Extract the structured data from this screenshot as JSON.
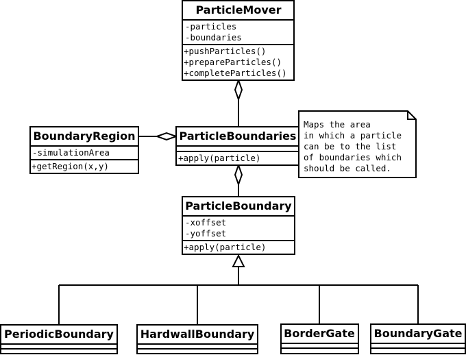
{
  "classes": {
    "particle_mover": {
      "name": "ParticleMover",
      "attributes": [
        "-particles",
        "-boundaries"
      ],
      "operations": [
        "+pushParticles()",
        "+prepareParticles()",
        "+completeParticles()"
      ]
    },
    "boundary_region": {
      "name": "BoundaryRegion",
      "attributes": [
        "-simulationArea"
      ],
      "operations": [
        "+getRegion(x,y)"
      ]
    },
    "particle_boundaries": {
      "name": "ParticleBoundaries",
      "attributes": [],
      "operations": [
        "+apply(particle)"
      ]
    },
    "particle_boundary": {
      "name": "ParticleBoundary",
      "attributes": [
        "-xoffset",
        "-yoffset"
      ],
      "operations": [
        "+apply(particle)"
      ]
    },
    "periodic_boundary": {
      "name": "PeriodicBoundary",
      "attributes": [],
      "operations": []
    },
    "hardwall_boundary": {
      "name": "HardwallBoundary",
      "attributes": [],
      "operations": []
    },
    "border_gate": {
      "name": "BorderGate",
      "attributes": [],
      "operations": []
    },
    "boundary_gate": {
      "name": "BoundaryGate",
      "attributes": [],
      "operations": []
    }
  },
  "note": {
    "lines": [
      "Maps the area",
      "in which a particle",
      "can be to the list",
      "of boundaries which",
      "should be called."
    ]
  },
  "relations": [
    {
      "type": "aggregation",
      "whole": "ParticleMover",
      "part": "ParticleBoundaries"
    },
    {
      "type": "aggregation",
      "whole": "ParticleBoundaries",
      "part": "BoundaryRegion"
    },
    {
      "type": "aggregation",
      "whole": "ParticleBoundaries",
      "part": "ParticleBoundary"
    },
    {
      "type": "generalization",
      "parent": "ParticleBoundary",
      "child": "PeriodicBoundary"
    },
    {
      "type": "generalization",
      "parent": "ParticleBoundary",
      "child": "HardwallBoundary"
    },
    {
      "type": "generalization",
      "parent": "ParticleBoundary",
      "child": "BorderGate"
    },
    {
      "type": "generalization",
      "parent": "ParticleBoundary",
      "child": "BoundaryGate"
    },
    {
      "type": "note-attachment",
      "target": "ParticleBoundaries"
    }
  ]
}
